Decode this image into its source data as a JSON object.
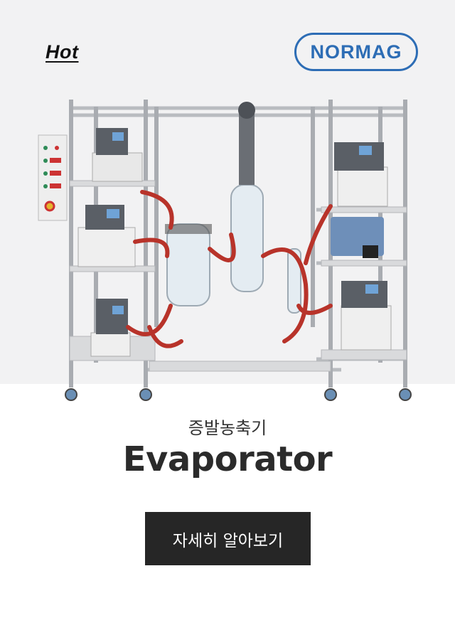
{
  "badge": {
    "label": "Hot"
  },
  "brand": {
    "name": "NORMAG"
  },
  "product": {
    "subtitle": "증발농축기",
    "title": "Evaporator",
    "image_icon": "evaporator-apparatus-illustration"
  },
  "cta": {
    "label": "자세히 알아보기"
  },
  "colors": {
    "hero_background": "#f2f2f3",
    "brand_blue": "#2d6db5",
    "button_dark": "#262626",
    "tube_red": "#b8332a"
  }
}
